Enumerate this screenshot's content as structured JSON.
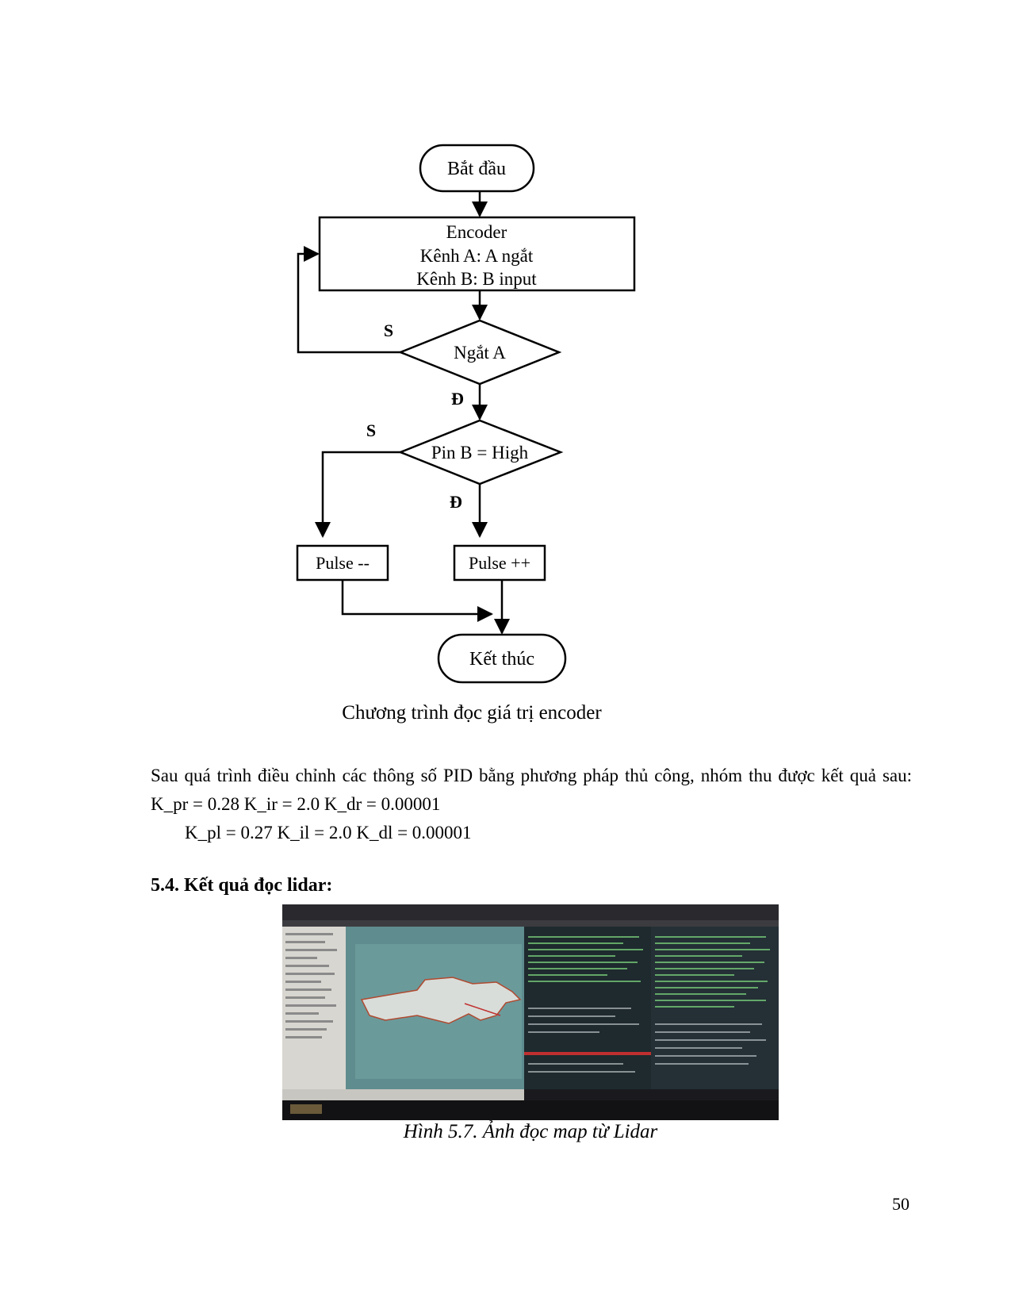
{
  "flowchart": {
    "start": "Bắt đầu",
    "encoder_title": "Encoder",
    "encoder_line1": "Kênh A: A ngắt",
    "encoder_line2": "Kênh B: B input",
    "decision1": "Ngắt A",
    "decision2": "Pin B = High",
    "yes_label": "Đ",
    "no_label": "S",
    "pulse_minus": "Pulse --",
    "pulse_plus": "Pulse ++",
    "end": "Kết thúc"
  },
  "caption_flow": "Chương trình đọc giá trị encoder",
  "paragraph": "Sau quá trình điều chỉnh các thông số PID bằng phương pháp thủ công, nhóm thu được kết quả sau: K_pr = 0.28 K_ir = 2.0 K_dr = 0.00001",
  "paragraph_line2": "K_pl = 0.27 K_il = 2.0 K_dl = 0.00001",
  "section_heading": "5.4. Kết quả đọc lidar:",
  "figure_caption": "Hình 5.7. Ảnh đọc map từ Lidar",
  "page_number": "50"
}
